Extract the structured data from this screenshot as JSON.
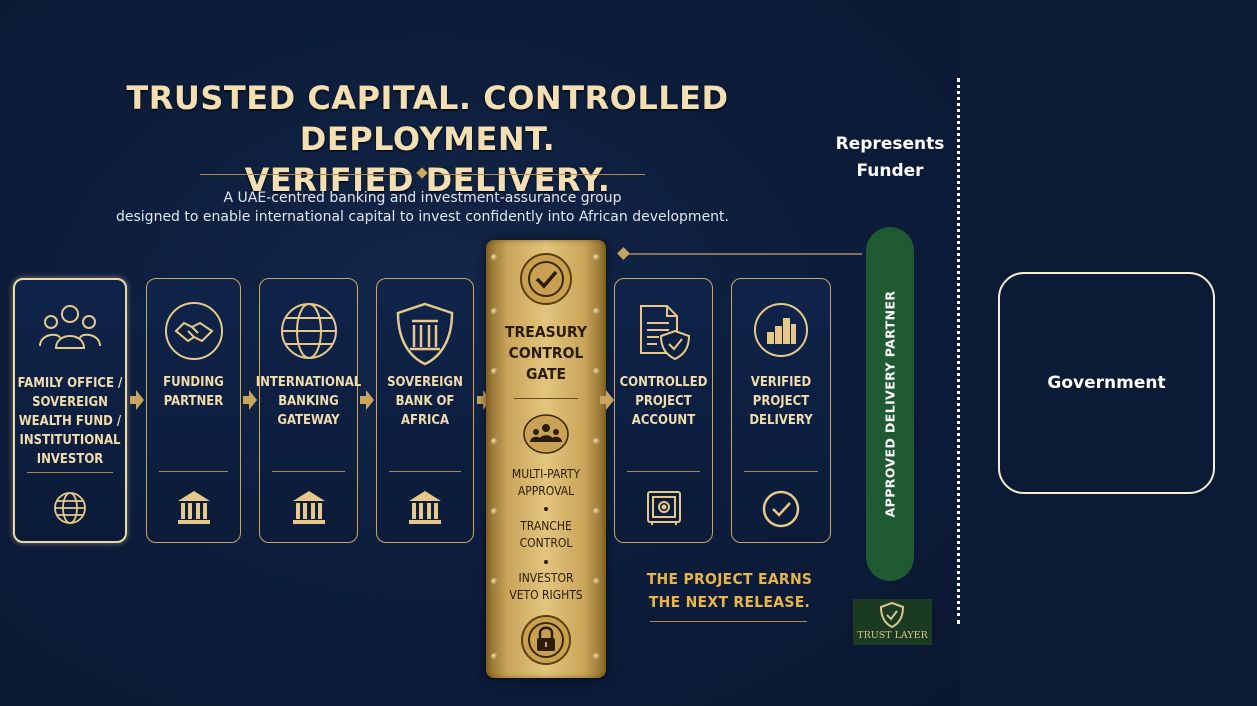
{
  "header": {
    "title_lines": [
      "TRUSTED CAPITAL. CONTROLLED DEPLOYMENT.",
      "VERIFIED DELIVERY."
    ],
    "subtitle_lines": [
      "A UAE-centred banking and investment-assurance group",
      "designed to enable international capital to invest confidently into African development."
    ]
  },
  "flow": {
    "cards": [
      {
        "lines": [
          "FAMILY OFFICE /",
          "SOVEREIGN",
          "WEALTH FUND /",
          "INSTITUTIONAL",
          "INVESTOR"
        ],
        "top_icon": "people-group-icon",
        "bottom_icon": "globe-icon"
      },
      {
        "lines": [
          "FUNDING",
          "PARTNER"
        ],
        "top_icon": "handshake-icon",
        "bottom_icon": "bank-icon"
      },
      {
        "lines": [
          "INTERNATIONAL",
          "BANKING",
          "GATEWAY"
        ],
        "top_icon": "globe-icon",
        "bottom_icon": "bank-icon"
      },
      {
        "lines": [
          "SOVEREIGN",
          "BANK OF",
          "AFRICA"
        ],
        "top_icon": "shield-pillar-icon",
        "bottom_icon": "bank-icon"
      },
      {
        "lines": [
          "CONTROLLED",
          "PROJECT",
          "ACCOUNT"
        ],
        "top_icon": "document-shield-icon",
        "bottom_icon": "safe-icon"
      },
      {
        "lines": [
          "VERIFIED",
          "PROJECT",
          "DELIVERY"
        ],
        "top_icon": "bar-chart-icon",
        "bottom_icon": "checkmark-icon"
      }
    ],
    "gate": {
      "title_lines": [
        "TREASURY",
        "CONTROL",
        "GATE"
      ],
      "items": [
        {
          "lines": [
            "MULTI-PARTY",
            "APPROVAL"
          ]
        },
        {
          "lines": [
            "TRANCHE",
            "CONTROL"
          ]
        },
        {
          "lines": [
            "INVESTOR",
            "VETO RIGHTS"
          ]
        }
      ],
      "top_icon": "checkmark-icon",
      "middle_icon": "people-group-icon",
      "bottom_icon": "padlock-icon"
    },
    "slogan_lines": [
      "THE PROJECT EARNS",
      "THE NEXT RELEASE."
    ]
  },
  "right_panel": {
    "represents_lines": [
      "Represents",
      "Funder"
    ],
    "partner_label": "APPROVED DELIVERY PARTNER",
    "trust_label": "TRUST LAYER",
    "government_label": "Government"
  },
  "colors": {
    "background": "#0b1a35",
    "gold": "#c9a560",
    "gold_text": "#f1dcae",
    "slogan": "#e8b548",
    "partner_green": "#1f5a33"
  }
}
